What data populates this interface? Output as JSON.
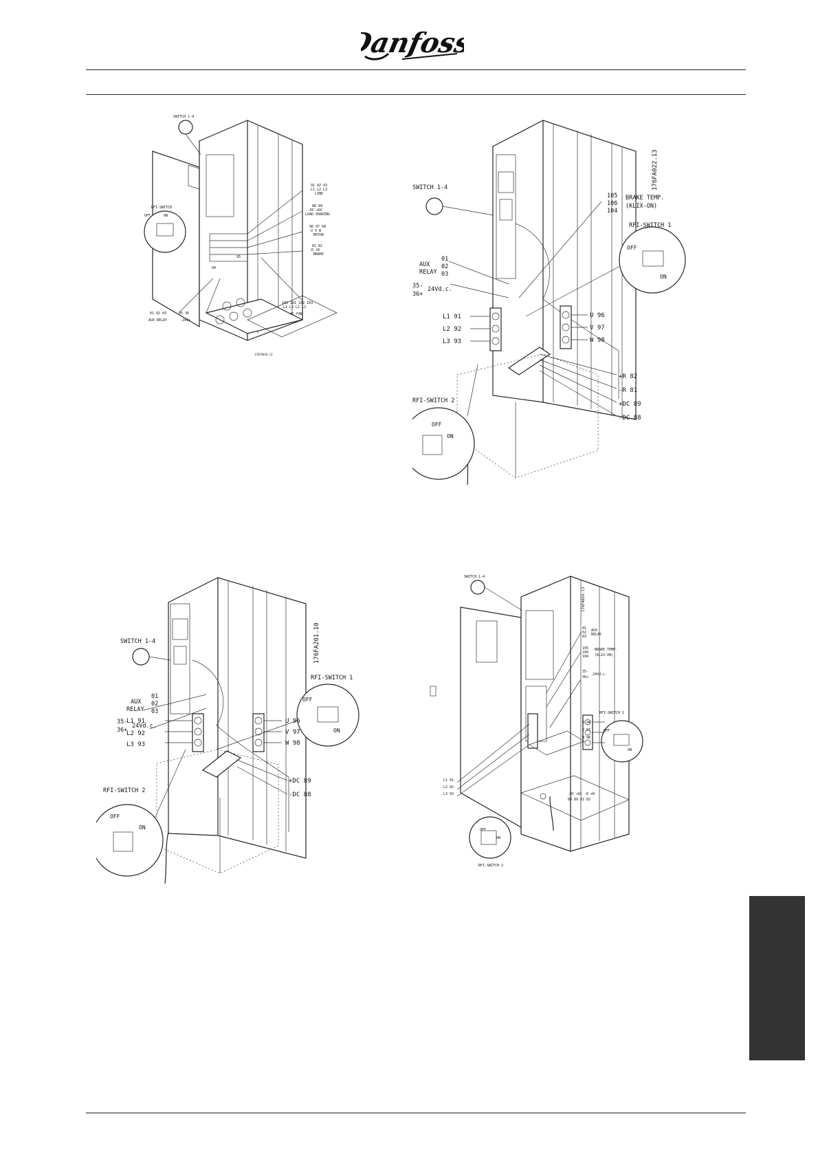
{
  "header": {
    "brand": "Danfoss"
  },
  "fig1": {
    "code": "176FA010.13",
    "switch_1_4": "SWITCH 1-4",
    "rfi_switch": "RFI-SWITCH",
    "off": "OFF",
    "on": "ON",
    "line_nums": "91 92 93",
    "line_l": "L1 L2 L3",
    "line": "LINE",
    "ls_nums": "88 89",
    "ls_dc": "-DC +DC",
    "load_sharing": "LOAD SHARING",
    "motor_nums": "96 97 98",
    "motor_uvw": "U V W",
    "motor": "MOTOR",
    "brake_nums": "81 82",
    "brake_r": "-R +R",
    "brake": "BRAKE",
    "pe_95": "95",
    "pe_94": "94",
    "fan_nums": "100 101 102 103",
    "fan_l": "L1 L2 L1 L2",
    "ac_fan": "AC-FAN",
    "relay_nums": "01 02 03",
    "aux_relay": "AUX RELAY",
    "v24_nums": "35 36",
    "v24": "-24V+"
  },
  "fig2": {
    "code": "176FA022.13",
    "switch_1_4": "SWITCH 1-4",
    "brake_temp_nums": [
      "105",
      "106",
      "104"
    ],
    "brake_temp": "BRAKE TEMP.",
    "klix_on": "(KLIX-ON)",
    "rfi_switch_1": "RFI-SWITCH 1",
    "rfi_switch_2": "RFI-SWITCH 2",
    "off": "OFF",
    "on": "ON",
    "aux": "AUX",
    "relay": "RELAY",
    "relay_nums": [
      "01",
      "02",
      "03"
    ],
    "v24_a": "35-",
    "v24_b": "36+",
    "v24": "24Vd.c.",
    "l1": "L1 91",
    "l2": "L2 92",
    "l3": "L3 93",
    "u": "U 96",
    "v": "V 97",
    "w": "W 98",
    "r_plus": "+R 82",
    "r_minus": "-R 81",
    "dc_plus": "+DC 89",
    "dc_minus": "-DC 88"
  },
  "fig3": {
    "code": "176FA201.10",
    "switch_1_4": "SWITCH 1-4",
    "rfi_switch_1": "RFI-SWITCH 1",
    "rfi_switch_2": "RFI-SWITCH 2",
    "off": "OFF",
    "on": "ON",
    "aux": "AUX",
    "relay": "RELAY",
    "relay_nums": [
      "01",
      "02",
      "03"
    ],
    "v24_a": "35-",
    "v24_b": "36+",
    "v24": "24Vd.c.",
    "l1": "L1 91",
    "l2": "L2 92",
    "l3": "L3 93",
    "u": "U 96",
    "v": "V 97",
    "w": "W 98",
    "dc_plus": "+DC 89",
    "dc_minus": "-DC 88"
  },
  "fig4": {
    "code": "176FA024.13",
    "switch_1_4": "SWITCH 1-4",
    "relay_nums": [
      "01",
      "02",
      "03"
    ],
    "aux": "AUX",
    "relay": "RELAY",
    "brake_temp_nums": [
      "105",
      "106",
      "104"
    ],
    "brake_temp": "BRAKE TEMP.",
    "klix_on": "(KLIX-ON)",
    "v24_a": "35-",
    "v24_b": "36+",
    "v24": "24Vd.c.",
    "u": "U 96",
    "v": "V 97",
    "w": "W 98",
    "rfi_switch_1": "RFI-SWITCH 1",
    "rfi_switch_2": "RFI-SWITCH 2",
    "off": "OFF",
    "on": "ON",
    "l1": "L1 91",
    "l2": "L2 92",
    "l3": "L3 93",
    "dc_row": "-DC +DC -R +R",
    "dc_nums": "88 89 81 82"
  }
}
